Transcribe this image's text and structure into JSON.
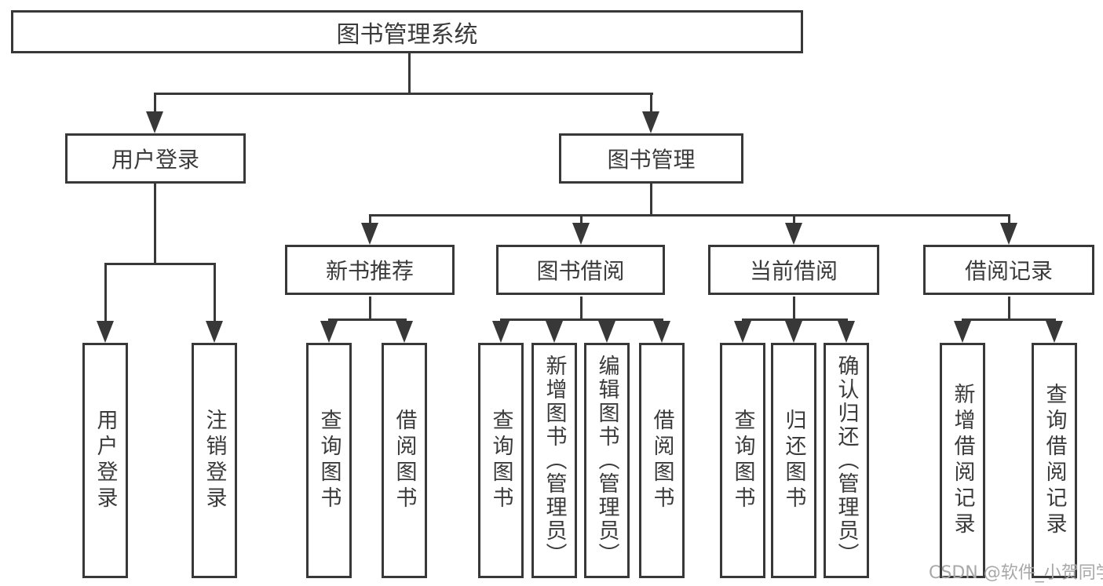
{
  "diagram_title": "图书管理系统",
  "watermark": {
    "text": "CSDN @软件_小贺同学"
  },
  "colors": {
    "line": "#383838",
    "text": "#3b3b3b",
    "background": "#ffffff",
    "watermark": "#a8a8a8"
  },
  "hierarchy": {
    "root": {
      "id": "library-management-system",
      "label": "图书管理系统"
    },
    "level1": [
      {
        "id": "user-login",
        "label": "用户登录",
        "parent": "library-management-system"
      },
      {
        "id": "book-management",
        "label": "图书管理",
        "parent": "library-management-system"
      }
    ],
    "level2": [
      {
        "id": "new-book-recommendation",
        "label": "新书推荐",
        "parent": "book-management"
      },
      {
        "id": "book-borrowing",
        "label": "图书借阅",
        "parent": "book-management"
      },
      {
        "id": "current-borrowing",
        "label": "当前借阅",
        "parent": "book-management"
      },
      {
        "id": "borrowing-records",
        "label": "借阅记录",
        "parent": "book-management"
      }
    ],
    "leaves": [
      {
        "id": "leaf-user-login",
        "label": "用户登录",
        "parent": "user-login"
      },
      {
        "id": "leaf-logout",
        "label": "注销登录",
        "parent": "user-login"
      },
      {
        "id": "leaf-search-book-recommend",
        "label": "查询图书",
        "parent": "new-book-recommendation"
      },
      {
        "id": "leaf-borrow-book-recommend",
        "label": "借阅图书",
        "parent": "new-book-recommendation"
      },
      {
        "id": "leaf-search-book-borrowing",
        "label": "查询图书",
        "parent": "book-borrowing"
      },
      {
        "id": "leaf-add-book-admin",
        "label": "新增图书（管理员）",
        "parent": "book-borrowing"
      },
      {
        "id": "leaf-edit-book-admin",
        "label": "编辑图书（管理员）",
        "parent": "book-borrowing"
      },
      {
        "id": "leaf-borrow-book-borrowing",
        "label": "借阅图书",
        "parent": "book-borrowing"
      },
      {
        "id": "leaf-search-book-current",
        "label": "查询图书",
        "parent": "current-borrowing"
      },
      {
        "id": "leaf-return-book",
        "label": "归还图书",
        "parent": "current-borrowing"
      },
      {
        "id": "leaf-confirm-return-admin",
        "label": "确认归还（管理员）",
        "parent": "current-borrowing"
      },
      {
        "id": "leaf-add-borrow-record",
        "label": "新增借阅记录",
        "parent": "borrowing-records"
      },
      {
        "id": "leaf-search-borrow-record",
        "label": "查询借阅记录",
        "parent": "borrowing-records"
      }
    ]
  }
}
